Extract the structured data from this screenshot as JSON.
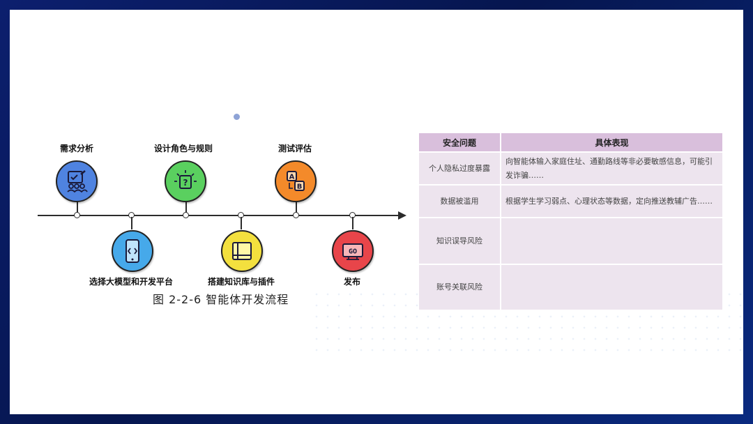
{
  "timeline": {
    "steps": [
      {
        "label": "需求分析",
        "icon": "requirements-analysis-icon",
        "color": "#4f83e0"
      },
      {
        "label": "选择大模型和开发平台",
        "icon": "mobile-code-icon",
        "color": "#46a9ea"
      },
      {
        "label": "设计角色与规则",
        "icon": "question-idea-icon",
        "color": "#5ad05f"
      },
      {
        "label": "搭建知识库与插件",
        "icon": "book-icon",
        "color": "#f3e03e"
      },
      {
        "label": "测试评估",
        "icon": "ab-test-icon",
        "color": "#f48a2a"
      },
      {
        "label": "发布",
        "icon": "go-icon",
        "color": "#e8454a"
      }
    ],
    "caption": "图 2-2-6   智能体开发流程"
  },
  "table": {
    "headers": [
      "安全问题",
      "具体表现"
    ],
    "rows": [
      {
        "issue": "个人隐私过度暴露",
        "detail": "向智能体输入家庭住址、通勤路线等非必要敏感信息，可能引发诈骗……"
      },
      {
        "issue": "数据被滥用",
        "detail": "根据学生学习弱点、心理状态等数据，定向推送教辅广告……"
      },
      {
        "issue": "知识误导风险",
        "detail": ""
      },
      {
        "issue": "账号关联风险",
        "detail": ""
      }
    ]
  },
  "colors": {
    "header_bg": "#d9bfdc",
    "cell_bg": "#ede4ee",
    "frame": "#06164f"
  }
}
